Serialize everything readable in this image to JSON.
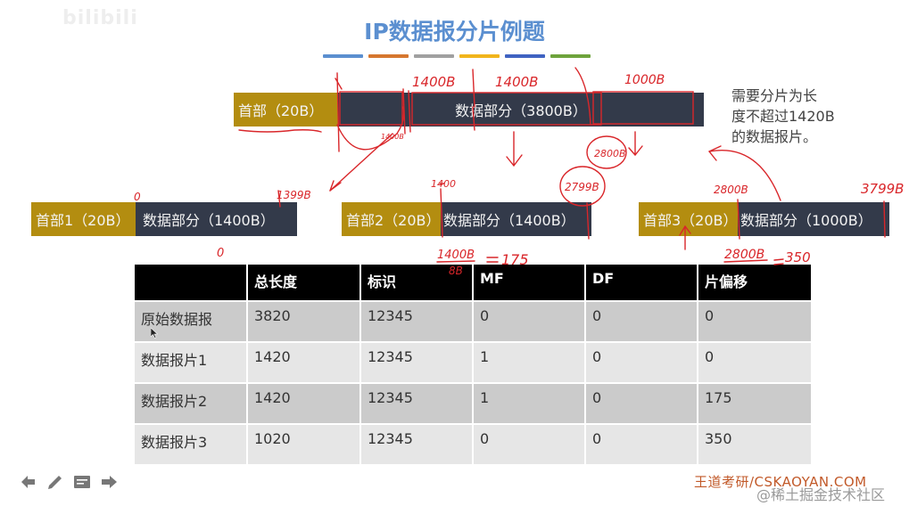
{
  "watermark_top": "bilibili",
  "title": "IP数据报分片例题",
  "accent_bars": [
    "#5b8fd0",
    "#d6772f",
    "#a0a0a0",
    "#f1b51c",
    "#3f63c2",
    "#6ea33c"
  ],
  "original_packet": {
    "header": "首部（20B）",
    "data": "数据部分（3800B）"
  },
  "note": [
    "需要分片为长",
    "度不超过1420B",
    "的数据报片。"
  ],
  "fragments": [
    {
      "header": "首部1（20B）",
      "data": "数据部分（1400B）"
    },
    {
      "header": "首部2（20B）",
      "data": "数据部分（1400B）"
    },
    {
      "header": "首部3（20B）",
      "data": "数据部分（1000B）"
    }
  ],
  "annotations": {
    "top_1": "1400B",
    "top_2": "1400B",
    "top_3": "1000B",
    "small_under_top": "1400B",
    "circle_1": "2800B",
    "circle_2": "2799B",
    "frag1_start": "0",
    "frag1_end": "1399B",
    "frag1_below": "0",
    "frag2_start": "1400",
    "frag2_calc": "1400B / 8B = 175",
    "frag3_start": "2800B",
    "frag3_end": "3799B",
    "frag3_calc": "2800B / 8B = 350"
  },
  "table": {
    "headers": [
      "",
      "总长度",
      "标识",
      "MF",
      "DF",
      "片偏移"
    ],
    "rows": [
      [
        "原始数据报",
        "3820",
        "12345",
        "0",
        "0",
        "0"
      ],
      [
        "数据报片1",
        "1420",
        "12345",
        "1",
        "0",
        "0"
      ],
      [
        "数据报片2",
        "1420",
        "12345",
        "1",
        "0",
        "175"
      ],
      [
        "数据报片3",
        "1020",
        "12345",
        "0",
        "0",
        "350"
      ]
    ]
  },
  "controls": {
    "prev": "previous-slide",
    "pen": "pen-tool",
    "menu": "slide-menu",
    "next": "next-slide"
  },
  "footer": {
    "brand": "王道考研/CSKAOYAN.COM",
    "watermark": "@稀土掘金技术社区"
  },
  "colors": {
    "header_gold": "#b38d10",
    "data_dark": "#333a4a",
    "ink_red": "#d9262a",
    "title_blue": "#5b8fd0"
  }
}
